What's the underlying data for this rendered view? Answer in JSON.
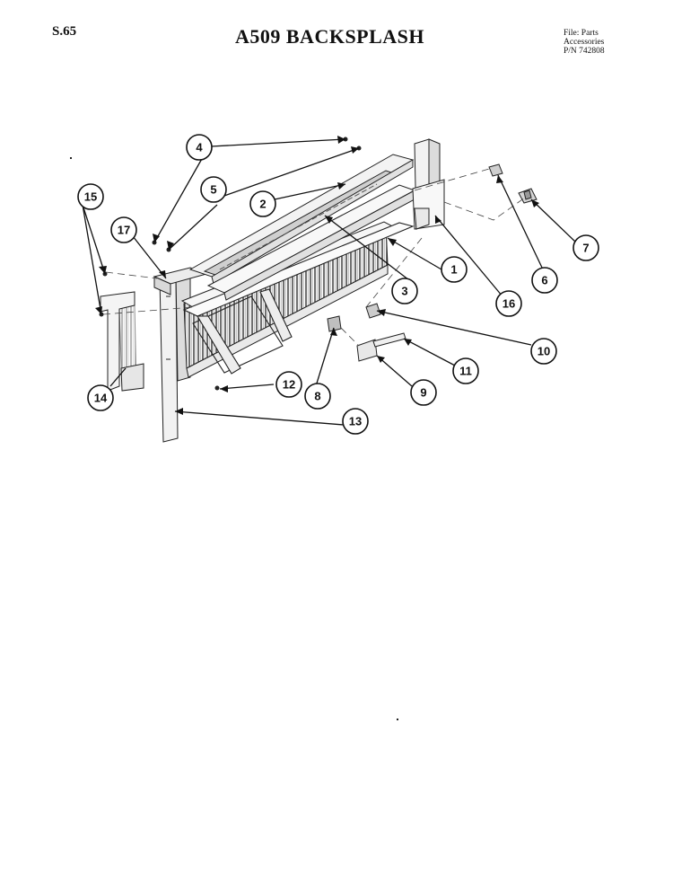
{
  "header": {
    "page_number": "S.65",
    "title": "A509 BACKSPLASH",
    "file_info": [
      "File: Parts",
      "Accessories",
      "P/N 742808"
    ]
  },
  "diagram": {
    "callouts": [
      "4",
      "5",
      "2",
      "15",
      "17",
      "1",
      "3",
      "16",
      "6",
      "7",
      "10",
      "11",
      "9",
      "8",
      "12",
      "14",
      "13"
    ]
  }
}
